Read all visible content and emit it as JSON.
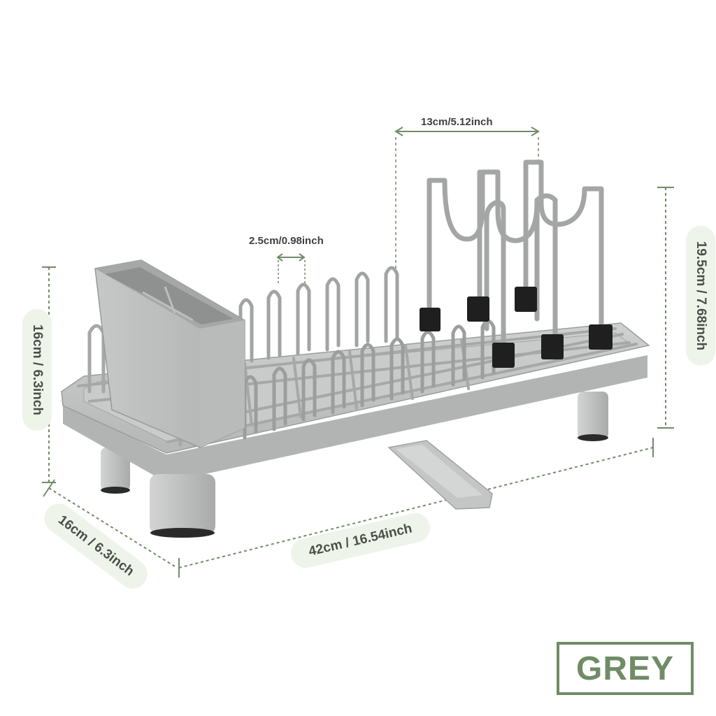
{
  "dimensions": {
    "holder_spacing": "13cm/5.12inch",
    "slot_gap": "2.5cm/0.98inch",
    "length": "42cm / 16.54inch",
    "depth": "16cm / 6.3inch",
    "height_front": "16cm / 6.3inch",
    "height_total": "19.5cm / 7.68inch"
  },
  "color_label": "GREY",
  "colors": {
    "accent": "#6f8c66",
    "tray": "#bcbdbd",
    "wire": "#a9abab",
    "clip": "#1f1f1f"
  },
  "icons": {
    "product": "dish-rack-image"
  }
}
